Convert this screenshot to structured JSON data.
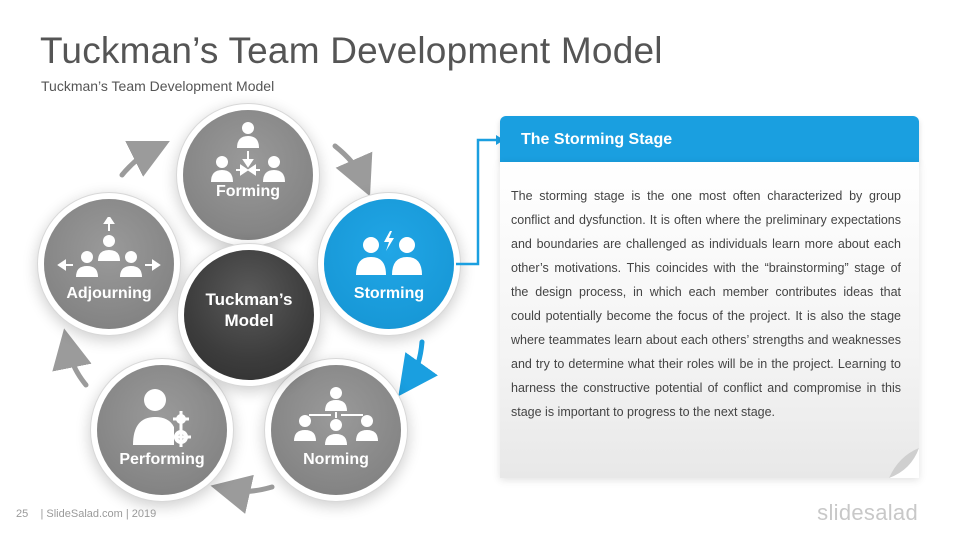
{
  "slide": {
    "title": "Tuckman’s Team Development Model",
    "subtitle": "Tuckman’s Team Development Model",
    "page_number": "25",
    "footer_text": "| SlideSalad.com | 2019",
    "brand": "slidesalad"
  },
  "cycle": {
    "center_line1": "Tuckman’s",
    "center_line2": "Model",
    "stages": {
      "forming": "Forming",
      "storming": "Storming",
      "norming": "Norming",
      "performing": "Performing",
      "adjourning": "Adjourning"
    }
  },
  "panel": {
    "heading": "The Storming Stage",
    "body": "The storming stage is the one most often characterized by group conflict and dysfunction. It is often where the preliminary expectations and boundaries are challenged as individuals learn more about each other’s motivations. This coincides with the “brainstorming” stage of the design process, in which each member contributes ideas that could potentially become the focus of the project. It is also the stage where teammates learn about each others’ strengths and weaknesses and try to determine what their roles will be in the project. Learning to harness the constructive potential of conflict and compromise in this stage is important to progress to the next stage."
  },
  "colors": {
    "accent": "#1a9fe0",
    "stage_gray": "#858585",
    "center_dark": "#3c3c3c",
    "title_gray": "#555555"
  },
  "icons": [
    "people-converge-icon",
    "conflict-people-icon",
    "hierarchy-people-icon",
    "person-gears-icon",
    "people-disperse-icon"
  ]
}
